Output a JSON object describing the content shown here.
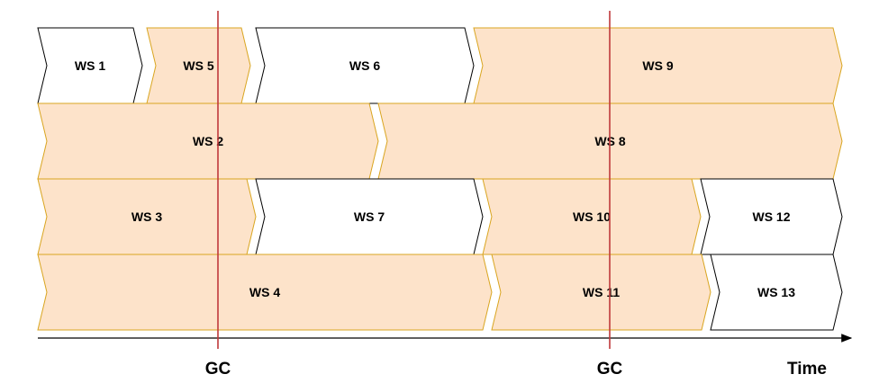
{
  "colors": {
    "shaded_fill": "#fde3ca",
    "shaded_stroke": "#d9a520",
    "plain_fill": "#ffffff",
    "plain_stroke": "#000000",
    "gc_line": "#c0393b",
    "axis": "#000000"
  },
  "segments": [
    {
      "label": "WS 1",
      "lane": 0,
      "style": "plain"
    },
    {
      "label": "WS 5",
      "lane": 0,
      "style": "shaded"
    },
    {
      "label": "WS 6",
      "lane": 0,
      "style": "plain"
    },
    {
      "label": "WS 9",
      "lane": 0,
      "style": "shaded"
    },
    {
      "label": "WS 2",
      "lane": 1,
      "style": "shaded"
    },
    {
      "label": "WS 8",
      "lane": 1,
      "style": "shaded"
    },
    {
      "label": "WS 3",
      "lane": 2,
      "style": "shaded"
    },
    {
      "label": "WS 7",
      "lane": 2,
      "style": "plain"
    },
    {
      "label": "WS 10",
      "lane": 2,
      "style": "shaded"
    },
    {
      "label": "WS 12",
      "lane": 2,
      "style": "plain"
    },
    {
      "label": "WS 4",
      "lane": 3,
      "style": "shaded"
    },
    {
      "label": "WS 11",
      "lane": 3,
      "style": "shaded"
    },
    {
      "label": "WS 13",
      "lane": 3,
      "style": "plain"
    }
  ],
  "gc_labels": [
    "GC",
    "GC"
  ],
  "axis_label": "Time"
}
